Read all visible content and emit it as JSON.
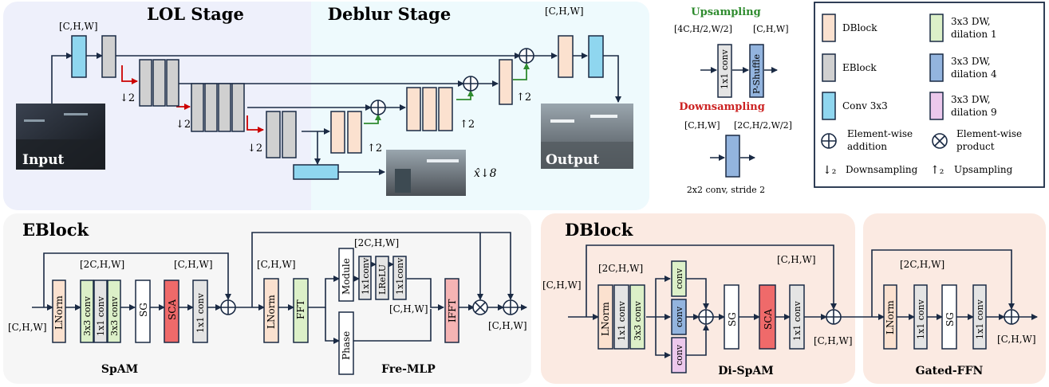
{
  "overview": {
    "lol_stage": "LOL Stage",
    "deblur_stage": "Deblur Stage",
    "dim_chw": "[C,H,W]",
    "input_label": "Input",
    "output_label": "Output",
    "x_hat": "x̂↓8",
    "down2": "↓2",
    "up2": "↑2"
  },
  "upsampling": {
    "title": "Upsampling",
    "in_dim": "[4C,H/2,W/2]",
    "out_dim": "[C,H,W]",
    "conv": "1x1 conv",
    "pshuffle": "P-Shuffle"
  },
  "downsampling": {
    "title": "Downsampling",
    "in_dim": "[C,H,W]",
    "out_dim": "[2C,H/2,W/2]",
    "caption": "2x2 conv, stride 2"
  },
  "legend": {
    "dblock": "DBlock",
    "eblock": "EBlock",
    "conv3": "Conv 3x3",
    "dw1_a": "3x3 DW,",
    "dw1_b": "dilation 1",
    "dw4_a": "3x3 DW,",
    "dw4_b": "dilation 4",
    "dw9_a": "3x3 DW,",
    "dw9_b": "dilation 9",
    "add_a": "Element-wise",
    "add_b": "addition",
    "prod_a": "Element-wise",
    "prod_b": "product",
    "down": "Downsampling",
    "up": "Upsampling"
  },
  "eblock": {
    "title": "EBlock",
    "dim_2c": "[2C,H,W]",
    "dim_c": "[C,H,W]",
    "lnorm": "LNorm",
    "conv3a": "3x3 conv",
    "conv1a": "1x1 conv",
    "conv3b": "3x3 conv",
    "sg": "SG",
    "sca": "SCA",
    "conv1b": "1x1 conv",
    "lnorm2": "LNorm",
    "fft": "FFT",
    "module": "Module",
    "conv1c": "1x1conv",
    "lrelu": "LReLU",
    "conv1d": "1x1conv",
    "phase": "Phase",
    "ifft": "IFFT",
    "spam": "SpAM",
    "fremlp": "Fre-MLP"
  },
  "dblock": {
    "title": "DBlock",
    "lnorm": "LNorm",
    "conv1a": "1x1 conv",
    "conv3": "3x3 conv",
    "conv_a": "conv",
    "conv_b": "conv",
    "conv_c": "conv",
    "sg": "SG",
    "sca": "SCA",
    "conv1b": "1x1 conv",
    "dispam": "Di-SpAM",
    "ffn_lnorm": "LNorm",
    "ffn_conv1": "1x1 conv",
    "ffn_sg": "SG",
    "ffn_conv2": "1x1 conv",
    "gffn": "Gated-FFN"
  },
  "colors": {
    "dblock": "#fbe1cf",
    "eblock": "#d0d0d0",
    "conv3": "#8fd6ef",
    "dw1": "#dcf0c8",
    "dw4": "#93b4de",
    "dw9": "#ecc8ec",
    "sca": "#ef6a6a",
    "ifft": "#f5b4b4",
    "gray_box": "#e4e4e4",
    "red_arrow": "#cc0000",
    "green_arrow": "#2e8b2e",
    "title_up": "#2e8b2e",
    "title_down": "#cc2222"
  }
}
